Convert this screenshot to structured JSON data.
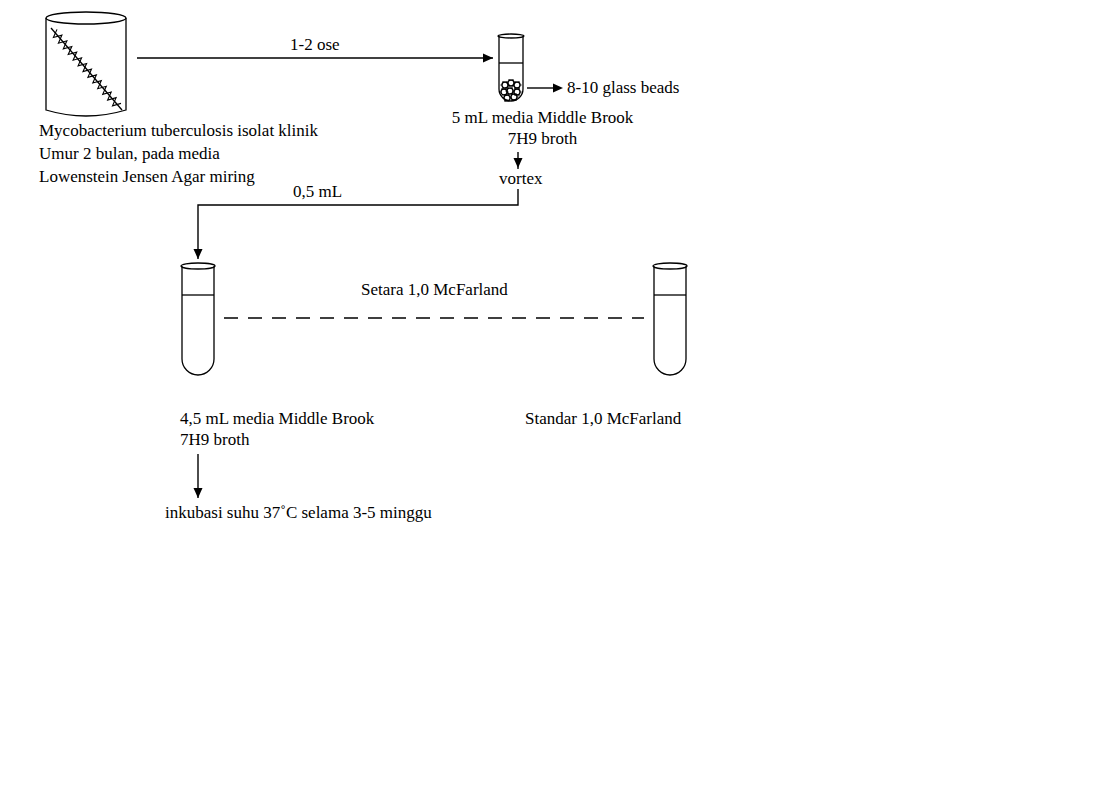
{
  "diagram": {
    "nodes": [
      {
        "text": [
          "Mycobacterium tuberculosis isolat klinik",
          "Umur 2 bulan, pada media",
          "Lowenstein Jensen Agar miring"
        ]
      },
      {
        "text": [
          "5 mL media Middle Brook 7H9 broth"
        ]
      },
      {
        "text": [
          "4,5 mL media Middle Brook 7H9 broth"
        ]
      },
      {
        "text": [
          "Standar 1,0 McFarland"
        ]
      },
      {
        "text": [
          "inkubasi suhu 37˚C selama 3-5 minggu"
        ]
      }
    ],
    "edges": [
      {
        "from": 0,
        "to": 1,
        "label": "1-2 ose",
        "arrow": "to"
      },
      {
        "from": 1,
        "to": 2,
        "label": "0,5 mL",
        "arrow": "to"
      },
      {
        "from": 2,
        "to": 3,
        "label": "Setara 1,0 McFarland",
        "arrow": "none"
      },
      {
        "from": 2,
        "to": 4,
        "arrow": "to"
      }
    ],
    "labels": [
      "8-10 glass beads",
      "vortex"
    ]
  }
}
